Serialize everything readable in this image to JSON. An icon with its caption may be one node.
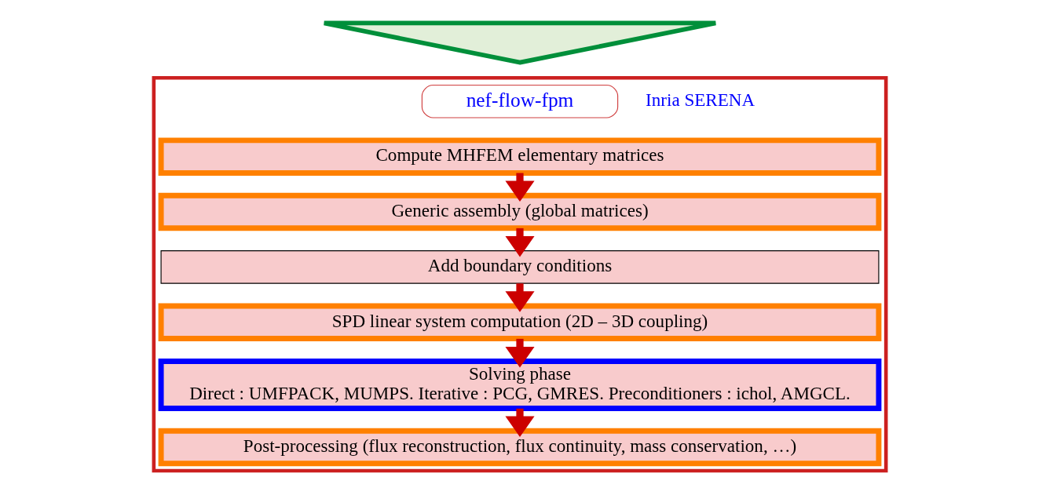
{
  "diagram": {
    "nodes": [
      {
        "text": [],
        "shape": "box"
      },
      {
        "text": [],
        "shape": "triangle"
      },
      {
        "text": [
          "nef-flow-fpm"
        ],
        "in": 0,
        "beside": [
          "Inria SERENA"
        ]
      },
      {
        "text": [
          "Compute MHFEM elementary matrices"
        ],
        "in": 0
      },
      {
        "text": [
          "Generic assembly (global matrices)"
        ],
        "in": 0
      },
      {
        "text": [
          "Add boundary conditions"
        ],
        "in": 0
      },
      {
        "text": [
          "SPD linear system computation (2D – 3D coupling)"
        ],
        "in": 0
      },
      {
        "text": [
          "Solving phase",
          "Direct : UMFPACK, MUMPS. Iterative : PCG, GMRES. Preconditioners : ichol, AMGCL."
        ],
        "in": 0
      },
      {
        "text": [
          "Post-processing (flux reconstruction, flux continuity, mass conservation, …)"
        ],
        "in": 0
      }
    ],
    "edges": [
      {
        "from": 3,
        "to": 4,
        "arrow": "to"
      },
      {
        "from": 4,
        "to": 5,
        "arrow": "to"
      },
      {
        "from": 5,
        "to": 6,
        "arrow": "to"
      },
      {
        "from": 6,
        "to": 7,
        "arrow": "to"
      },
      {
        "from": 7,
        "to": 8,
        "arrow": "to"
      }
    ]
  }
}
